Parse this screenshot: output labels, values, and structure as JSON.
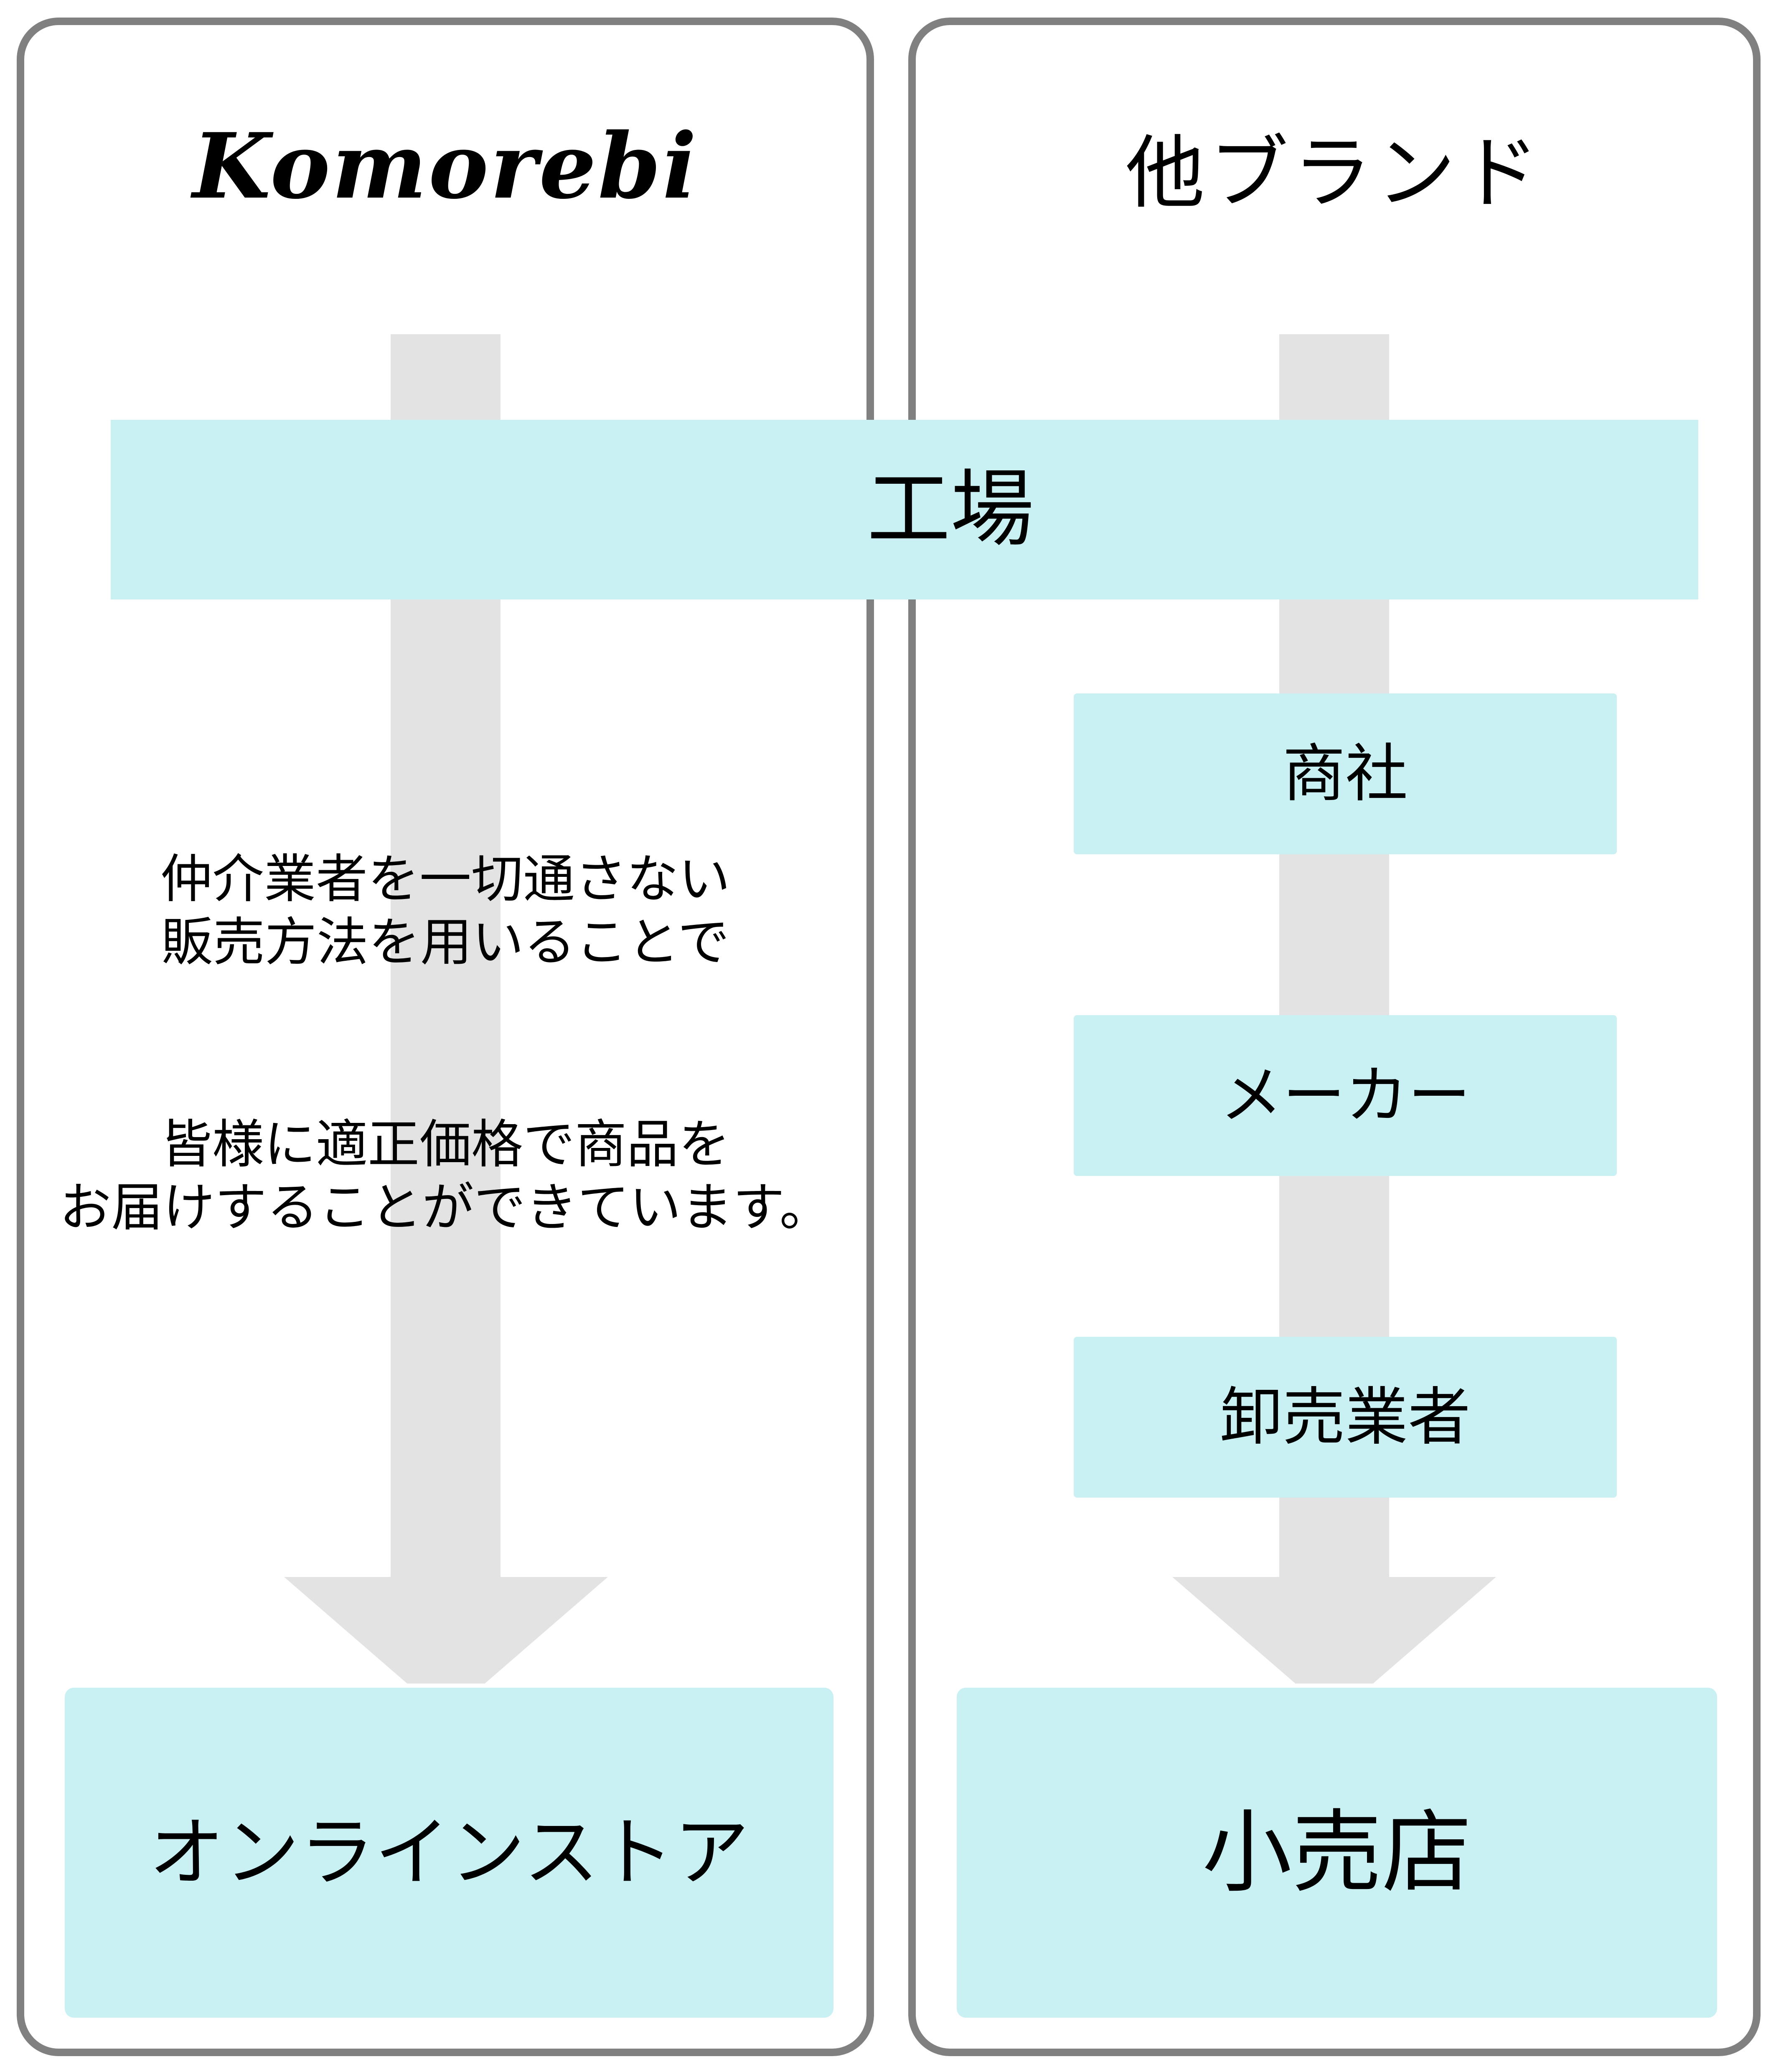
{
  "panels": {
    "left": {
      "heading": "Komorebi",
      "copy_blocks": [
        "仲介業者を一切通さない\n販売方法を用いることで",
        "皆様に適正価格で商品を\nお届けすることができています。"
      ],
      "destination": "オンラインストア"
    },
    "right": {
      "heading": "他ブランド",
      "steps": [
        "商社",
        "メーカー",
        "卸売業者"
      ],
      "destination": "小売店"
    }
  },
  "shared": {
    "origin": "工場"
  },
  "icons": {
    "flow_arrow_left": "down-arrow-icon",
    "flow_arrow_right": "down-arrow-icon"
  },
  "colors": {
    "node_fill": "#c9f0f3",
    "arrow_fill": "#e3e3e3",
    "panel_border": "#808080",
    "text": "#000000",
    "background": "#ffffff"
  }
}
